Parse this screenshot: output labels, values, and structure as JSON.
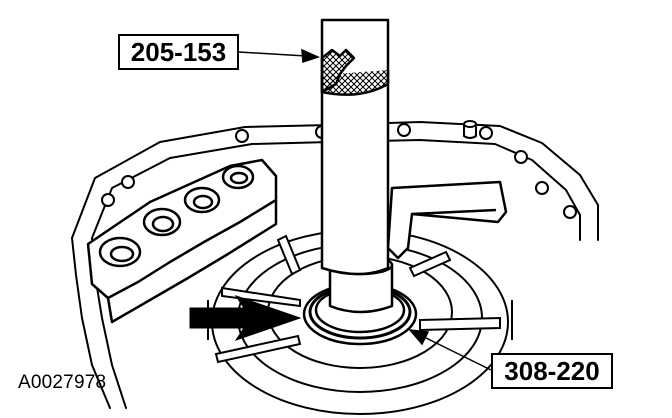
{
  "callouts": {
    "tool_top": "205-153",
    "tool_bottom": "308-220"
  },
  "figure_id": "A0027978",
  "colors": {
    "line": "#000000",
    "background": "#ffffff"
  }
}
